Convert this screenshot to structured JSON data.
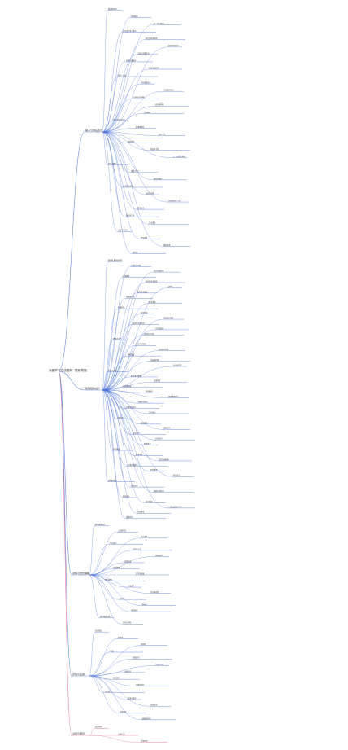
{
  "root": {
    "label": "深度学习方法框架 · 思维导图"
  },
  "colors": {
    "blue": "#4a72d6",
    "pink": "#e06a8a",
    "text": "#444444"
  },
  "branches": [
    {
      "id": "b1",
      "label": "输入与特征表示",
      "children": [
        "数据预处理",
        "特征抽取",
        "归一化与编码",
        "词向量与嵌入表示",
        "多尺度特征融合",
        "卷积特征映射",
        "注意力权重分布",
        "池化与降采样",
        "残差连接结构",
        "批归一化层",
        "序列建模单元",
        "门控循环结构",
        "长短期记忆网络",
        "双向编码器",
        "位置编码",
        "多头注意力机制",
        "前馈网络层",
        "层归一化",
        "跳跃连接",
        "特征金字塔",
        "上下文聚合模块",
        "空间注意力",
        "通道注意力",
        "图结构编码",
        "节点特征传播",
        "边权重更新",
        "邻接矩阵归一化",
        "图卷积层",
        "图注意力层",
        "读出函数",
        "全局平均池化",
        "特征拼接",
        "维度变换",
        "投影层"
      ]
    },
    {
      "id": "b2",
      "label": "模型结构设计",
      "children": [
        "编码器-解码器框架",
        "生成对抗网络",
        "变分自编码器",
        "扩散模型",
        "预训练语言模型",
        "视觉Transformer",
        "混合专家模型",
        "轻量化网络",
        "知识蒸馏",
        "网络剪枝",
        "量化压缩",
        "神经架构搜索",
        "多任务学习结构",
        "共享参数层",
        "任务特定头部",
        "跨模态对齐",
        "对比学习框架",
        "自监督预训练",
        "掩码建模",
        "动量编码器",
        "队列负样本",
        "投影头设计",
        "数据增强策略",
        "温度系数",
        "相似度度量",
        "特征解耦",
        "因果推断模块",
        "可解释性模块",
        "不确定性估计",
        "贝叶斯层",
        "集成学习",
        "模型融合",
        "级联结构",
        "递归结构",
        "分层结构",
        "稀疏激活",
        "动态路由",
        "胶囊网络",
        "记忆增强网络",
        "外部存储模块",
        "检索增强",
        "提示学习",
        "适配器微调",
        "低秩分解",
        "参数高效微调",
        "前缀调优",
        "指令微调",
        "人类反馈强化学习",
        "奖励模型",
        "策略优化"
      ]
    },
    {
      "id": "b3",
      "label": "训练与优化策略",
      "children": [
        "损失函数设计",
        "交叉熵损失",
        "均方误差",
        "对比损失",
        "正则化方法",
        "Dropout",
        "权重衰减",
        "早停策略",
        "学习率调度",
        "预热策略",
        "余弦退火",
        "优化器选择",
        "SGD",
        "Adam",
        "梯度裁剪",
        "混合精度训练",
        "分布式训练"
      ]
    },
    {
      "id": "b4",
      "label": "评估与应用",
      "children": [
        "评价指标",
        "准确率",
        "召回率",
        "F1值",
        "消融实验",
        "可视化分析",
        "误差分析",
        "泛化能力",
        "鲁棒性测试",
        "对抗样本",
        "部署与推理",
        "推理加速",
        "边缘计算",
        "模型服务化"
      ]
    },
    {
      "id": "b5",
      "label": "总结与展望",
      "children": [
        "研究局限",
        "未来方向",
        "开放问题"
      ]
    }
  ]
}
